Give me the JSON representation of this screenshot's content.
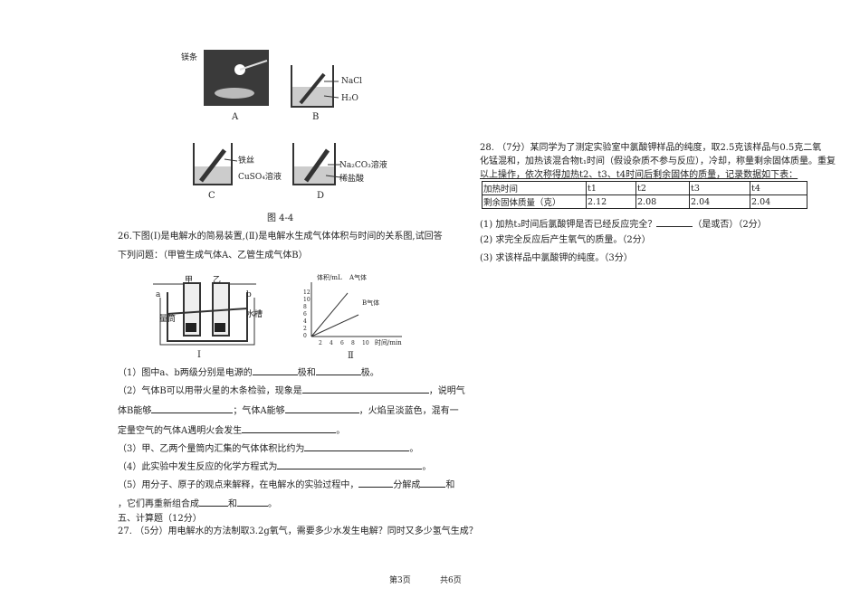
{
  "figure44": {
    "a_label": "镁条",
    "a_cap": "A",
    "b_l1": "NaCl",
    "b_l2": "H₂O",
    "b_cap": "B",
    "c_l1": "铁丝",
    "c_l2": "CuSO₄溶液",
    "c_cap": "C",
    "d_l1": "Na₂CO₃溶液",
    "d_l2": "稀盐酸",
    "d_cap": "D",
    "caption": "图 4-4"
  },
  "q26": {
    "line1": "26.下图(Ⅰ)是电解水的简易装置,(Ⅱ)是电解水生成气体体积与时间的关系图,试回答",
    "line2": "下列问题：（甲管生成气体A、乙管生成气体B）",
    "fig1": {
      "jia": "甲",
      "yi": "乙",
      "a": "a",
      "b": "b",
      "liangtong": "量筒",
      "shuicao": "水槽",
      "cap": "Ⅰ"
    },
    "fig2": {
      "ylabel": "体积/mL",
      "xlabel": "时间/min",
      "line_a": "A气体",
      "line_b": "B气体",
      "yticks": [
        "0",
        "2",
        "4",
        "6",
        "8",
        "10",
        "12"
      ],
      "xticks": [
        "2",
        "4",
        "6",
        "8",
        "10"
      ],
      "cap": "Ⅱ"
    },
    "q1a": "（1）图中a、b两级分别是电源的",
    "q1b": "极和",
    "q1c": "极。",
    "q2a": "（2）气体B可以用带火星的木条检验，现象是",
    "q2b": "，说明气",
    "q2c": "体B能够",
    "q2d": "；气体A能够",
    "q2e": "，火焰呈淡蓝色，混有一",
    "q2f": "定量空气的气体A遇明火会发生",
    "q2g": "。",
    "q3a": "（3）甲、乙两个量筒内汇集的气体体积比约为",
    "q3b": "。",
    "q4a": "（4）此实验中发生反应的化学方程式为",
    "q4b": "。",
    "q5a": "（5）用分子、原子的观点来解释，在电解水的实验过程中，",
    "q5b": "分解成",
    "q5c": "和",
    "q5d": "，它们再重新组合成",
    "q5e": "和",
    "q5f": "。"
  },
  "section5": "五、计算题（12分）",
  "q27": "27. （5分）用电解水的方法制取3.2g氧气，需要多少水发生电解？同时又多少氢气生成？",
  "q28": {
    "line1": "28. （7分）某同学为了测定实验室中氯酸钾样品的纯度，取2.5克该样品与0.5克二氧",
    "line2": "化锰混和，加热该混合物t₁时间（假设杂质不参与反应），冷却，称量剩余固体质量。重复",
    "line3": "以上操作，依次称得加热t2、t3、t4时间后剩余固体的质量，记录数据如下表：",
    "table": [
      [
        "加热时间",
        "t1",
        "t2",
        "t3",
        "t4"
      ],
      [
        "剩余固体质量（克）",
        "2.12",
        "2.08",
        "2.04",
        "2.04"
      ]
    ],
    "p1a": "(1) 加热t₃时间后氯酸钾是否已经反应完全？",
    "p1b": "（是或否）（2分）",
    "p2": "(2) 求完全反应后产生氧气的质量。（2分）",
    "p3": "(3) 求该样品中氯酸钾的纯度。（3分）"
  },
  "footer": {
    "page": "第3页",
    "total": "共6页"
  }
}
